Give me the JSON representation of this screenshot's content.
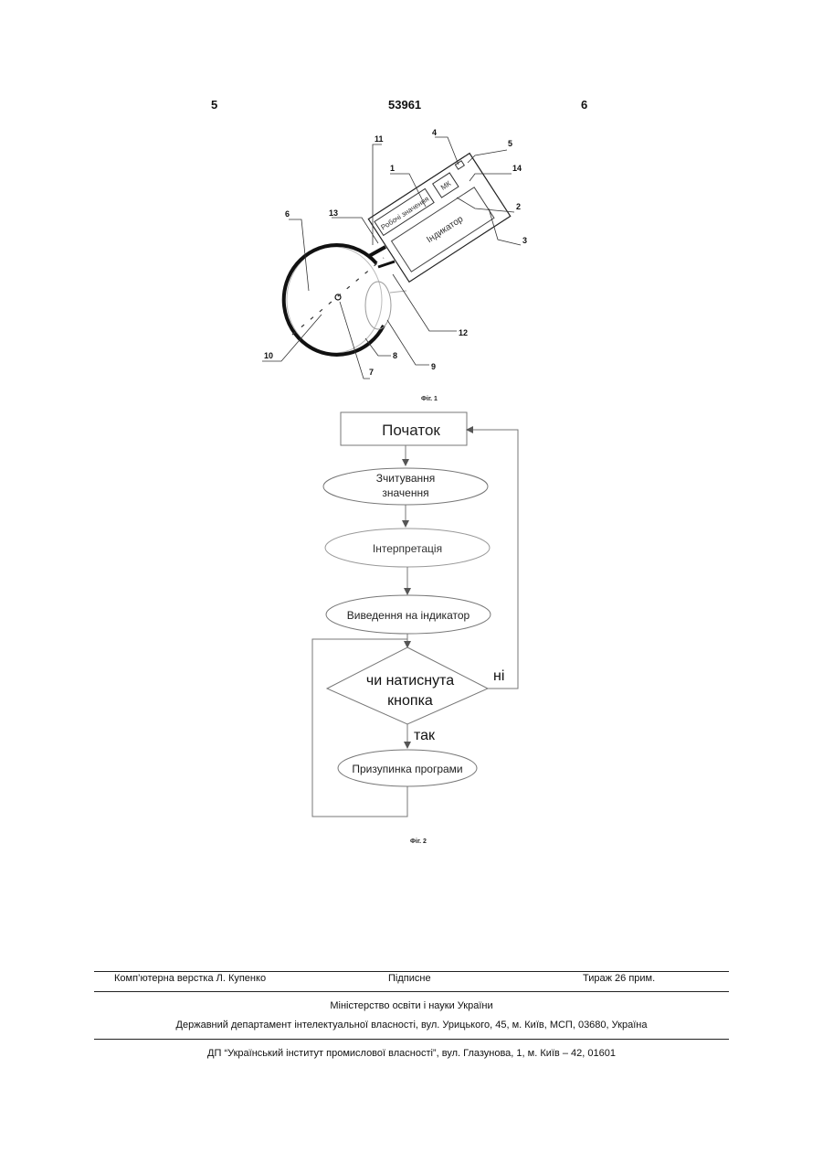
{
  "header": {
    "left_page_number": "5",
    "patent_number": "53961",
    "right_page_number": "6"
  },
  "figure1": {
    "caption": "Фіг. 1",
    "callouts": [
      "1",
      "2",
      "3",
      "4",
      "5",
      "6",
      "7",
      "8",
      "9",
      "10",
      "11",
      "12",
      "13",
      "14"
    ],
    "label_working_values": "Робочі значення",
    "label_mk": "МК",
    "label_indicator": "Індикатор"
  },
  "figure2": {
    "caption": "Фіг. 2",
    "start": "Початок",
    "read_line1": "Зчитування",
    "read_line2": "значення",
    "interpret": "Інтерпретація",
    "output": "Виведення на індикатор",
    "decision_line1": "чи натиснута",
    "decision_line2": "кнопка",
    "no_label": "ні",
    "yes_label": "так",
    "pause": "Призупинка програми"
  },
  "footer": {
    "layout_credit": "Комп’ютерна верстка Л. Купенко",
    "signed": "Підписне",
    "print_run": "Тираж 26 прим.",
    "ministry": "Міністерство освіти і науки України",
    "department": "Державний департамент інтелектуальної власності, вул. Урицького, 45, м. Київ, МСП, 03680, Україна",
    "institute": "ДП “Український інститут промислової власності”, вул. Глазунова, 1, м. Київ – 42, 01601"
  }
}
